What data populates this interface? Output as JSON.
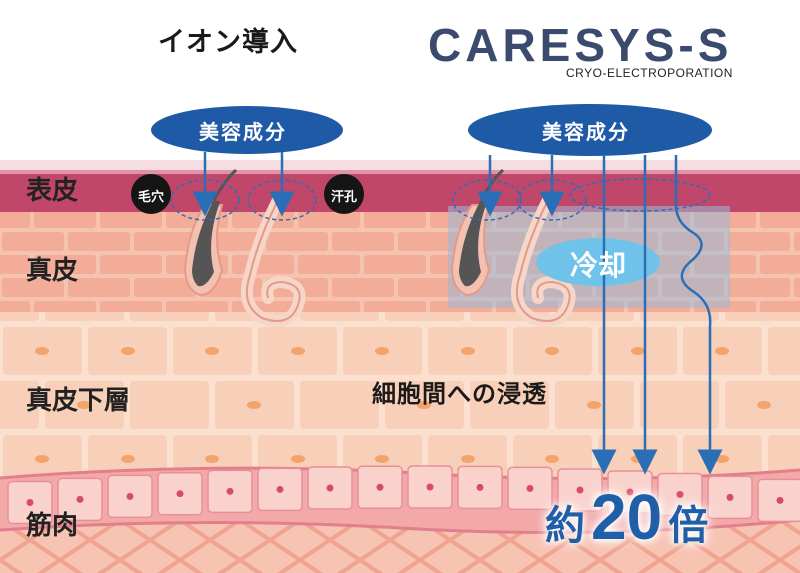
{
  "header": {
    "left_title": "イオン導入",
    "logo": "CARESYS-S",
    "logo_sub": "CRYO-ELECTROPORATION"
  },
  "layers": {
    "epidermis": "表皮",
    "dermis": "真皮",
    "subdermis": "真皮下層",
    "muscle": "筋肉"
  },
  "left_panel": {
    "ingredient": "美容成分",
    "pore_label": "毛穴",
    "sweat_label": "汗孔"
  },
  "right_panel": {
    "ingredient": "美容成分",
    "cooling": "冷却",
    "penetration": "細胞間への浸透"
  },
  "multiplier": {
    "prefix": "約",
    "value": "20",
    "suffix": "倍"
  },
  "colors": {
    "epidermis": "#c0476a",
    "dermis": "#f4b7a3",
    "subdermis": "#f8cdb6",
    "muscle": "#f2a9a8",
    "ingredient_bubble": "#1f5aa6",
    "cooling_bubble": "#6fc3ea",
    "arrow": "#2a6fb5",
    "multiplier": "#1f5fa8"
  }
}
